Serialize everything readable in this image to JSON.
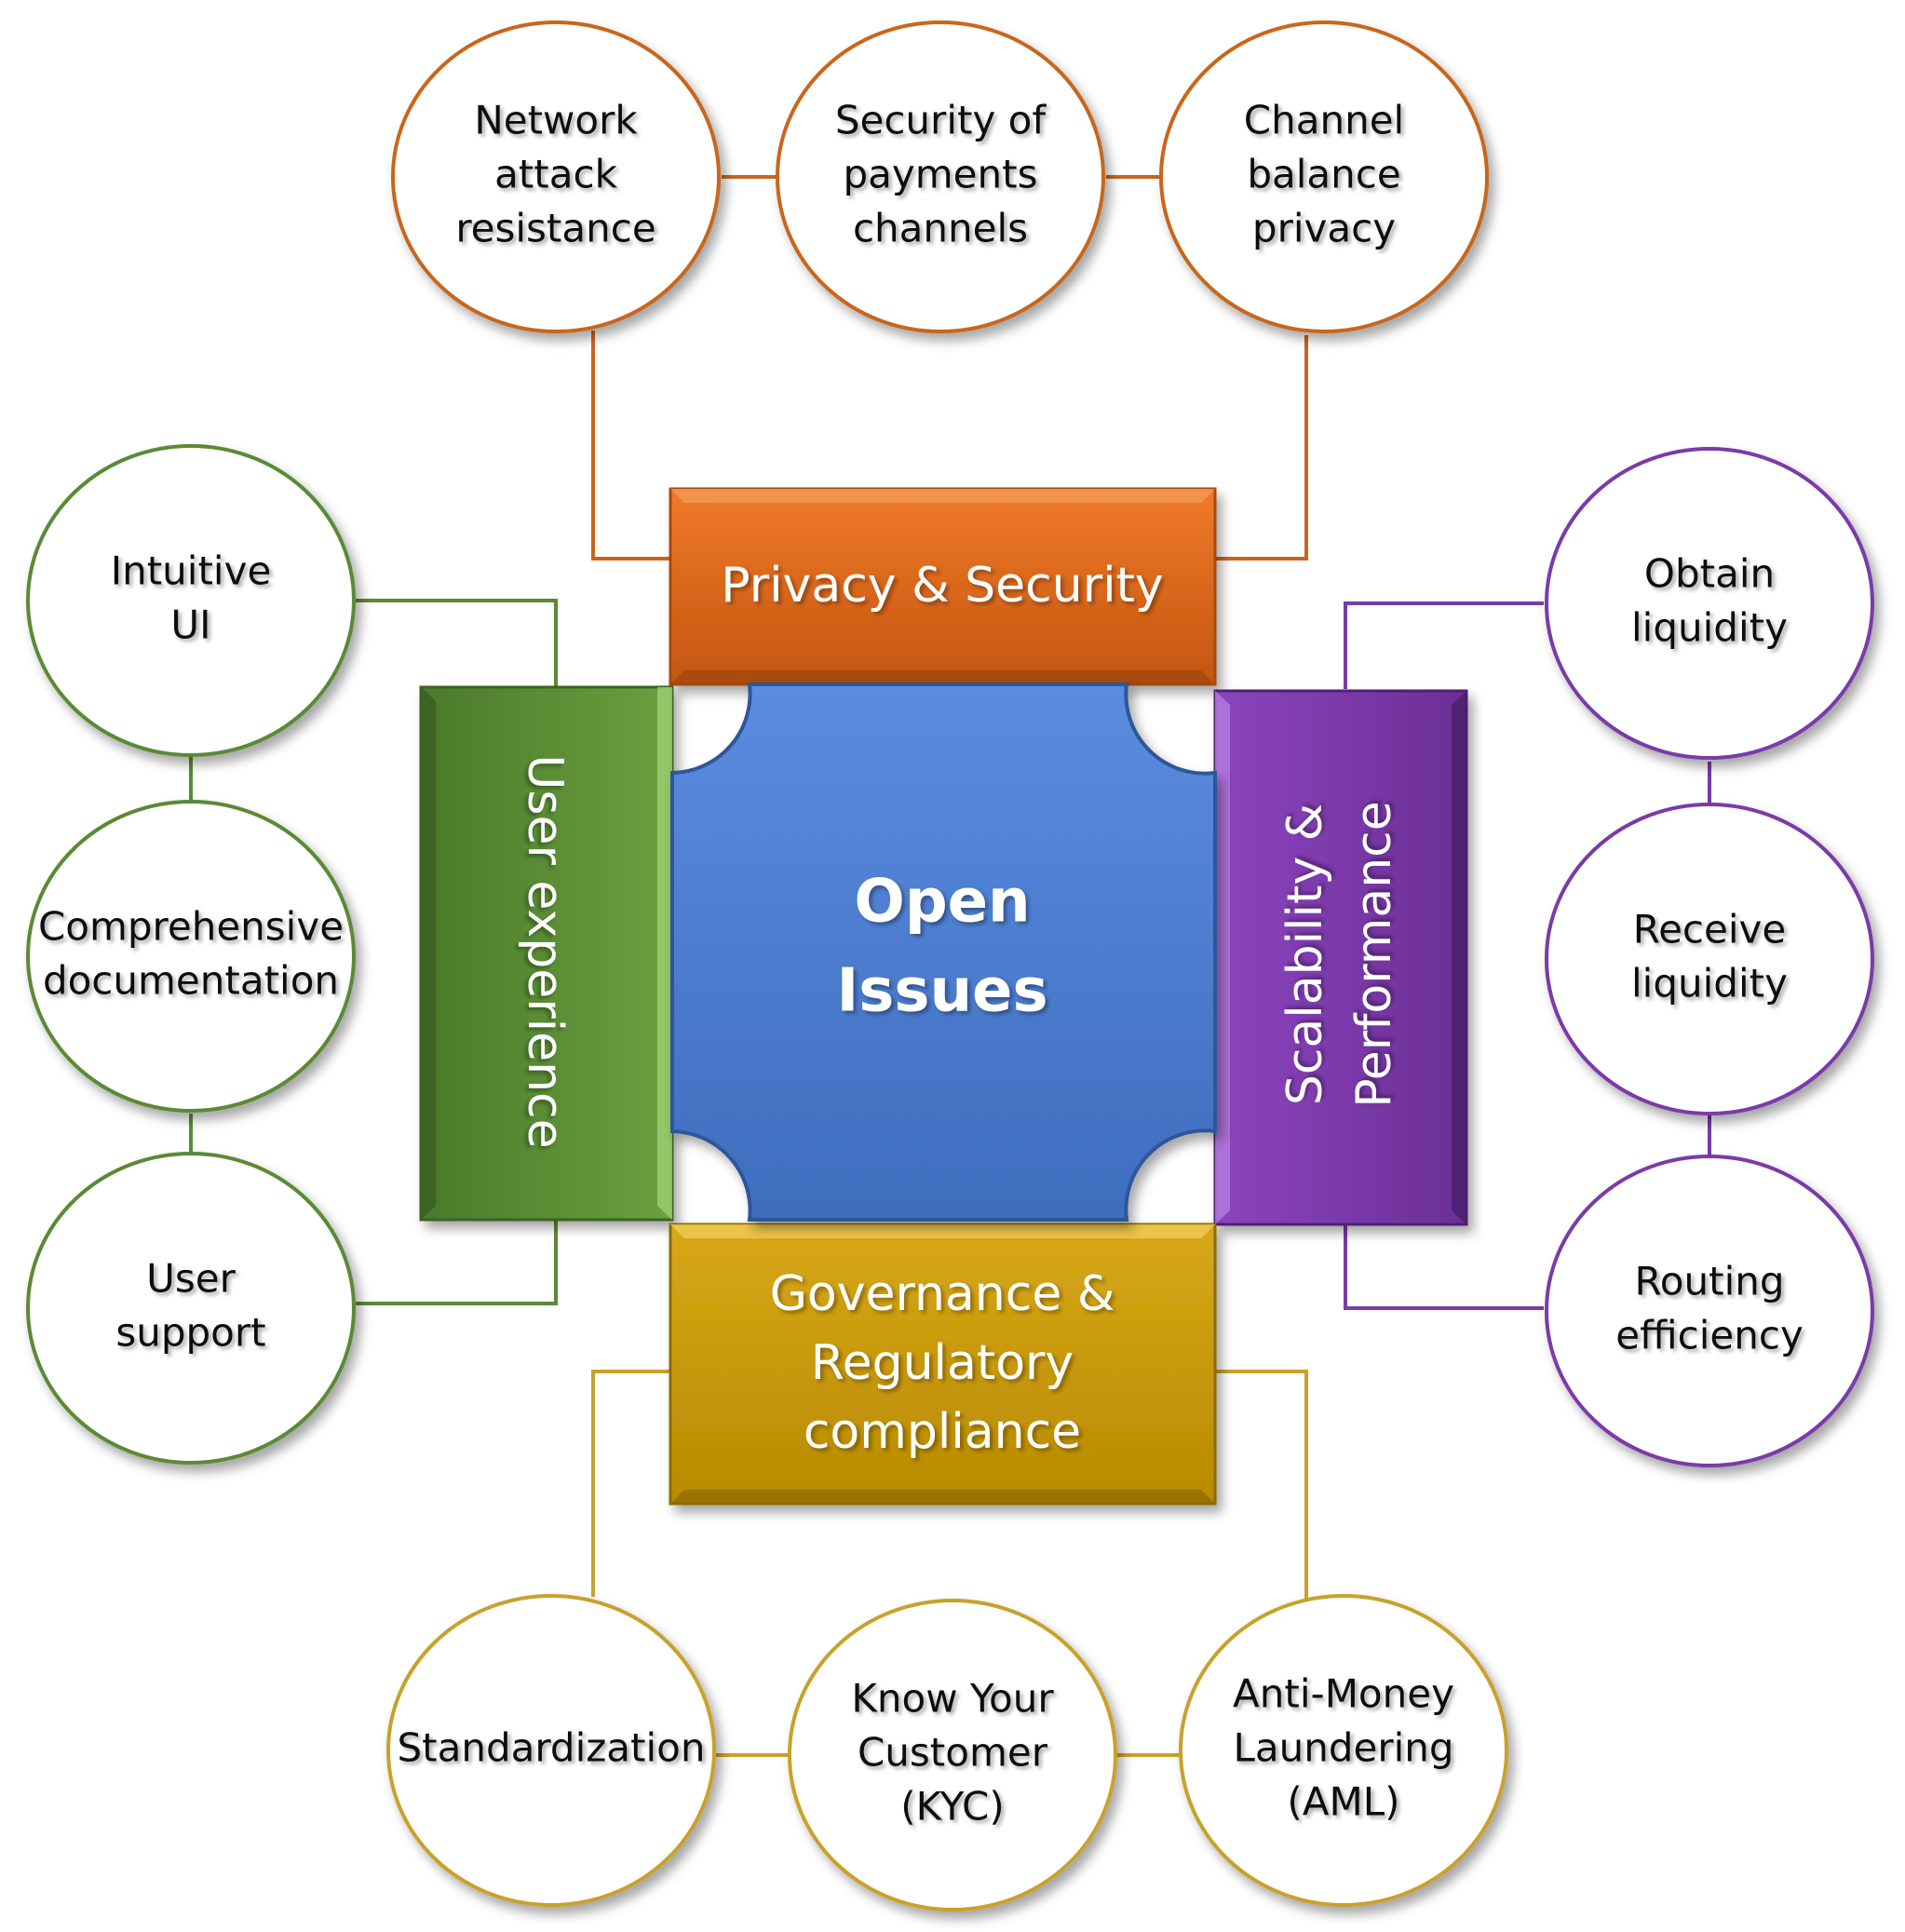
{
  "center": {
    "lines": [
      "Open",
      "Issues"
    ]
  },
  "colors": {
    "privacy": "#D2641A",
    "ux": "#5A8E35",
    "scalability": "#7A37A8",
    "governance": "#C99A00",
    "center": "#4A7BD0",
    "privacy_line": "#C8661E",
    "ux_line": "#5A8A35",
    "scalability_line": "#7A3AA8",
    "governance_line": "#C9A12A"
  },
  "categories": {
    "privacy": {
      "label_lines": [
        "Privacy & Security"
      ]
    },
    "ux": {
      "label_lines": [
        "User experience"
      ]
    },
    "scalability": {
      "label_lines": [
        "Scalability &",
        "Performance"
      ]
    },
    "governance": {
      "label_lines": [
        "Governance &",
        "Regulatory",
        "compliance"
      ]
    }
  },
  "circles": {
    "network_attack": {
      "lines": [
        "Network",
        "attack",
        "resistance"
      ]
    },
    "security_payments": {
      "lines": [
        "Security of",
        "payments",
        "channels"
      ]
    },
    "channel_balance": {
      "lines": [
        "Channel",
        "balance",
        "privacy"
      ]
    },
    "intuitive_ui": {
      "lines": [
        "Intuitive",
        "UI"
      ]
    },
    "documentation": {
      "lines": [
        "Comprehensive",
        "documentation"
      ]
    },
    "user_support": {
      "lines": [
        "User",
        "support"
      ]
    },
    "obtain_liquidity": {
      "lines": [
        "Obtain",
        "liquidity"
      ]
    },
    "receive_liquidity": {
      "lines": [
        "Receive",
        "liquidity"
      ]
    },
    "routing": {
      "lines": [
        "Routing",
        "efficiency"
      ]
    },
    "standardization": {
      "lines": [
        "Standardization"
      ]
    },
    "kyc": {
      "lines": [
        "Know Your",
        "Customer",
        "(KYC)"
      ]
    },
    "aml": {
      "lines": [
        "Anti-Money",
        "Laundering",
        "(AML)"
      ]
    }
  }
}
